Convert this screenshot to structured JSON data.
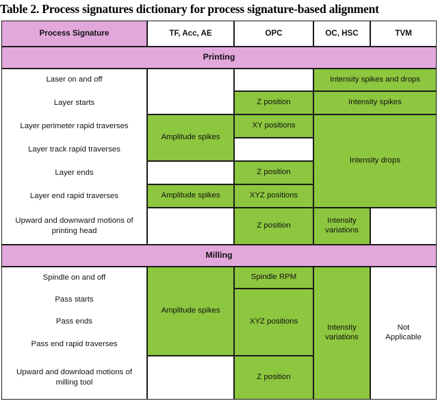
{
  "title": "Table 2. Process signatures dictionary for process signature-based alignment",
  "colors": {
    "header_pink": "#E3A8DB",
    "section_pink": "#E3A8DB",
    "signature_green": "#8DC63F",
    "empty_white": "#FFFFFF",
    "border": "#1A1A1A"
  },
  "table": {
    "columns": [
      {
        "key": "signature",
        "label": "Process Signature"
      },
      {
        "key": "tf",
        "label": "TF, Acc, AE"
      },
      {
        "key": "opc",
        "label": "OPC"
      },
      {
        "key": "ochsc",
        "label": "OC, HSC"
      },
      {
        "key": "tvm",
        "label": "TVM"
      }
    ],
    "sections": [
      {
        "name": "printing",
        "banner": "Printing",
        "rows": [
          {
            "label": "Laser on and off"
          },
          {
            "label": "Layer starts"
          },
          {
            "label": "Layer perimeter rapid traverses"
          },
          {
            "label": "Layer track rapid traverses"
          },
          {
            "label": "Layer ends"
          },
          {
            "label": "Layer end rapid traverses"
          },
          {
            "label_line1": "Upward and downward motions of",
            "label_line2": "printing head"
          }
        ],
        "cells": [
          {
            "text": "Intensity spikes and drops",
            "fill": "green"
          },
          {
            "text": "Z position",
            "fill": "green"
          },
          {
            "text": "Intensity spikes",
            "fill": "green"
          },
          {
            "text": "Amplitude spikes",
            "fill": "green"
          },
          {
            "text": "XY positions",
            "fill": "green"
          },
          {
            "text": "Intensity drops",
            "fill": "green"
          },
          {
            "text": "Z position",
            "fill": "green"
          },
          {
            "text": "Amplitude spikes",
            "fill": "green"
          },
          {
            "text": "XYZ positions",
            "fill": "green"
          },
          {
            "text": "Z position",
            "fill": "green"
          },
          {
            "text_line1": "Intensity",
            "text_line2": "variations",
            "fill": "green"
          }
        ]
      },
      {
        "name": "milling",
        "banner": "Milling",
        "rows": [
          {
            "label": "Spindle on and off"
          },
          {
            "label": "Pass starts"
          },
          {
            "label": "Pass ends"
          },
          {
            "label": "Pass end rapid traverses"
          },
          {
            "label_line1": "Upward and download motions of",
            "label_line2": "milling tool"
          }
        ],
        "cells": [
          {
            "text": "Amplitude spikes",
            "fill": "green"
          },
          {
            "text": "Spindle RPM",
            "fill": "green"
          },
          {
            "text": "XYZ positions",
            "fill": "green"
          },
          {
            "text": "Z position",
            "fill": "green"
          },
          {
            "text_line1": "Intensity",
            "text_line2": "variations",
            "fill": "green"
          },
          {
            "text_line1": "Not",
            "text_line2": "Applicable",
            "fill": "white"
          }
        ]
      }
    ]
  },
  "cellmap": {
    "p_laser_tf": "",
    "p_laser_opc": "",
    "p_laser_ochsc_tvm": "Intensity spikes and drops",
    "p_layerstarts_opc": "Z position",
    "p_layerstarts_ochsc_tvm": "Intensity spikes",
    "p_amp_1": "Amplitude spikes",
    "p_perimeter_opc": "XY positions",
    "p_track_opc": "",
    "p_intensity_drops": "Intensity drops",
    "p_ends_tf": "",
    "p_ends_opc": "Z position",
    "p_endrapid_tf": "Amplitude spikes",
    "p_endrapid_opc": "XYZ positions",
    "p_upward_tf": "",
    "p_upward_opc": "Z position",
    "p_upward_ochsc_l1": "Intensity",
    "p_upward_ochsc_l2": "variations",
    "p_upward_tvm": "",
    "m_amp": "Amplitude spikes",
    "m_spindle_opc": "Spindle RPM",
    "m_xyz_opc": "XYZ positions",
    "m_z_opc": "Z position",
    "m_upward_tf": "",
    "m_int_l1": "Intensity",
    "m_int_l2": "variations",
    "m_na_l1": "Not",
    "m_na_l2": "Applicable"
  },
  "labels": {
    "hdr_signature": "Process Signature",
    "hdr_tf": "TF, Acc, AE",
    "hdr_opc": "OPC",
    "hdr_ochsc": "OC, HSC",
    "hdr_tvm": "TVM",
    "banner_printing": "Printing",
    "banner_milling": "Milling",
    "p_r1": "Laser on and off",
    "p_r2": "Layer starts",
    "p_r3": "Layer perimeter rapid traverses",
    "p_r4": "Layer track rapid traverses",
    "p_r5": "Layer ends",
    "p_r6": "Layer end rapid traverses",
    "p_r7a": "Upward and downward motions of",
    "p_r7b": "printing head",
    "m_r1": "Spindle on and off",
    "m_r2": "Pass starts",
    "m_r3": "Pass ends",
    "m_r4": "Pass end rapid traverses",
    "m_r5a": "Upward and download motions of",
    "m_r5b": "milling tool"
  }
}
